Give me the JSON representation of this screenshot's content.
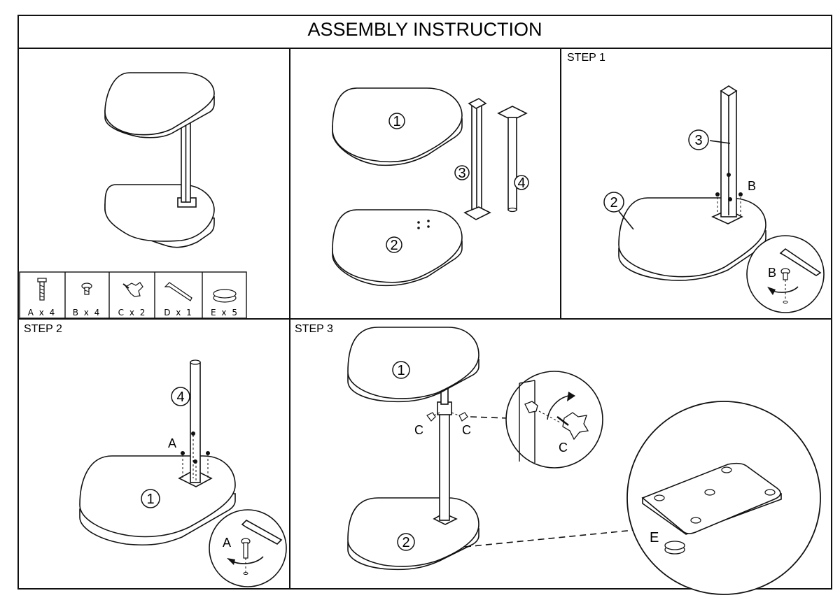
{
  "title": "ASSEMBLY INSTRUCTION",
  "steps": {
    "step1": "STEP 1",
    "step2": "STEP 2",
    "step3": "STEP 3"
  },
  "hardware": [
    {
      "icon": "screw-a-icon",
      "label": "A x 4"
    },
    {
      "icon": "screw-b-icon",
      "label": "B x 4"
    },
    {
      "icon": "knob-c-icon",
      "label": "C x 2"
    },
    {
      "icon": "allen-key-d-icon",
      "label": "D x 1"
    },
    {
      "icon": "felt-pad-e-icon",
      "label": "E x 5"
    }
  ],
  "parts": {
    "p1": "1",
    "p2": "2",
    "p3": "3",
    "p4": "4"
  },
  "letters": {
    "a": "A",
    "b": "B",
    "c": "C",
    "e": "E"
  }
}
